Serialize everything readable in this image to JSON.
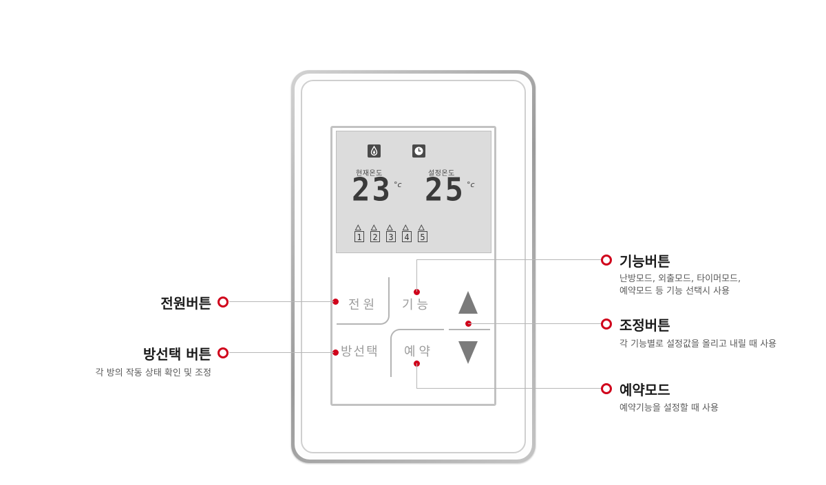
{
  "lcd": {
    "current_label": "현재온도",
    "current_temp": "23",
    "set_label": "설정온도",
    "set_temp": "25",
    "unit": "°c",
    "zones": [
      "1",
      "2",
      "3",
      "4",
      "5"
    ]
  },
  "buttons": {
    "power": "전원",
    "function": "기능",
    "room_select": "방선택",
    "reservation": "예약"
  },
  "annotations": {
    "power": {
      "title": "전원버튼"
    },
    "room_select": {
      "title": "방선택 버튼",
      "desc": "각 방의 작동 상태 확인 및 조정"
    },
    "function": {
      "title": "기능버튼",
      "desc_line1": "난방모드, 외출모드, 타이머모드,",
      "desc_line2": "예약모드 등 기능 선택시 사용"
    },
    "adjust": {
      "title": "조정버튼",
      "desc": "각 기능별로 설정값을 올리고 내릴 때 사용"
    },
    "reservation": {
      "title": "예약모드",
      "desc": "예약기능을 설정할 때 사용"
    }
  },
  "colors": {
    "accent": "#d0021b",
    "lcd_bg": "#dcdcdc"
  }
}
